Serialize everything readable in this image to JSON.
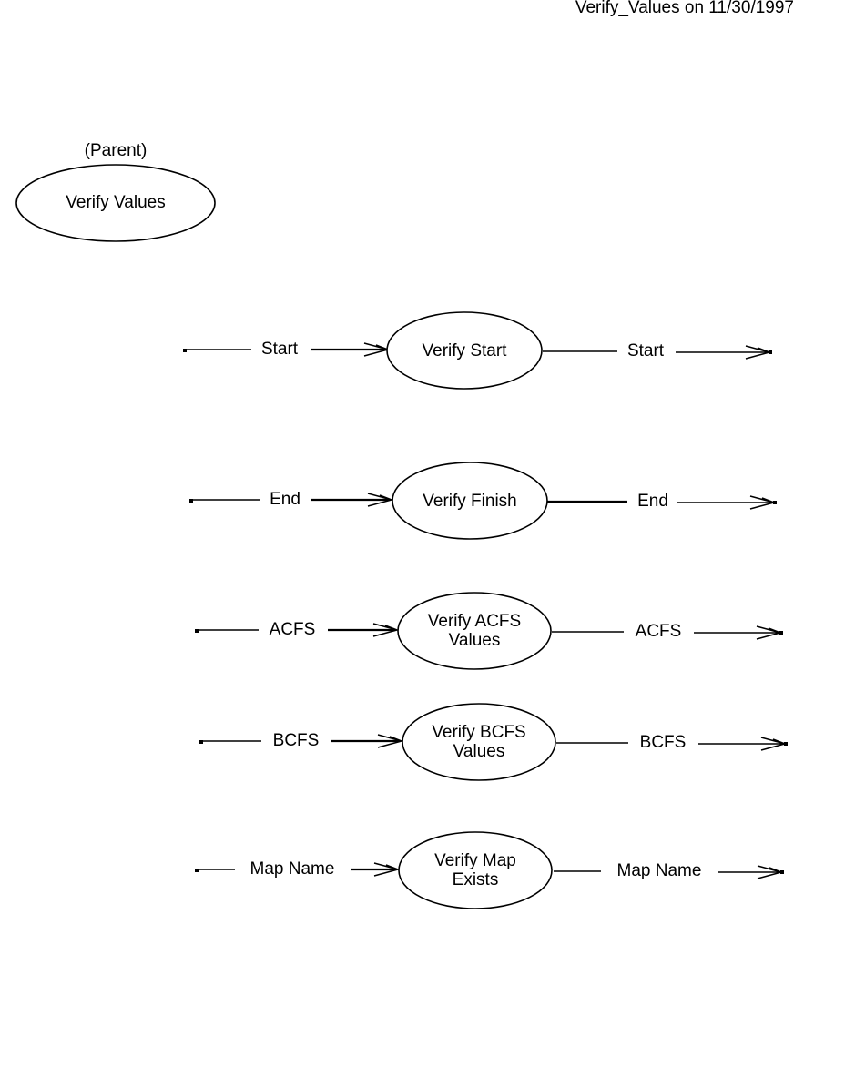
{
  "header": "Verify_Values on 11/30/1997",
  "parent": {
    "caption": "(Parent)",
    "label": "Verify Values"
  },
  "processes": [
    {
      "name": "Verify  Start",
      "lines": [
        "Verify  Start"
      ],
      "input": "Start",
      "output": "Start"
    },
    {
      "name": "Verify Finish",
      "lines": [
        "Verify Finish"
      ],
      "input": "End",
      "output": "End"
    },
    {
      "name": "Verify ACFS Values",
      "lines": [
        "Verify ACFS",
        "Values"
      ],
      "input": "ACFS",
      "output": "ACFS"
    },
    {
      "name": "Verify BCFS Values",
      "lines": [
        "Verify BCFS",
        "Values"
      ],
      "input": "BCFS",
      "output": "BCFS"
    },
    {
      "name": "Verify Map Exists",
      "lines": [
        "Verify Map",
        "Exists"
      ],
      "input": "Map Name",
      "output": "Map Name"
    }
  ]
}
